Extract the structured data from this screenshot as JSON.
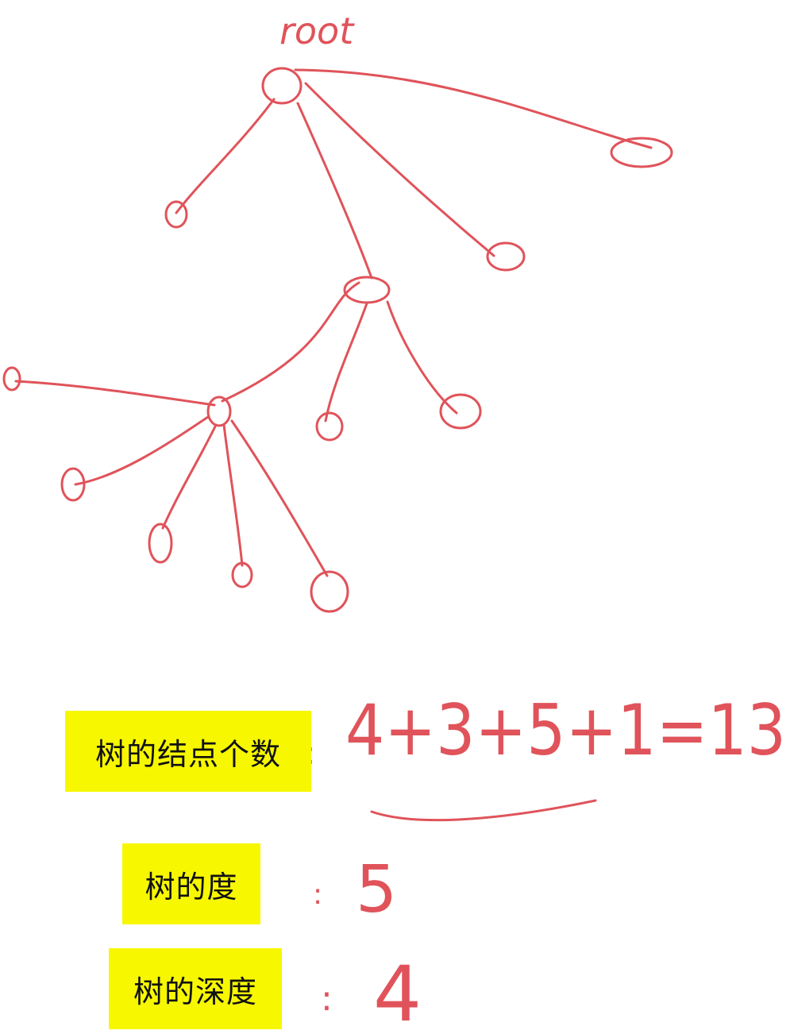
{
  "colors": {
    "ink": "#e0535a",
    "highlight": "#f7f700"
  },
  "diagram": {
    "root_label": "root",
    "annotations": {
      "node_count_formula": "4+3+5+1=13",
      "degree_value": "5",
      "depth_value": "4"
    }
  },
  "labels": {
    "node_count": "树的结点个数",
    "degree": "树的度",
    "depth": "树的深度"
  }
}
